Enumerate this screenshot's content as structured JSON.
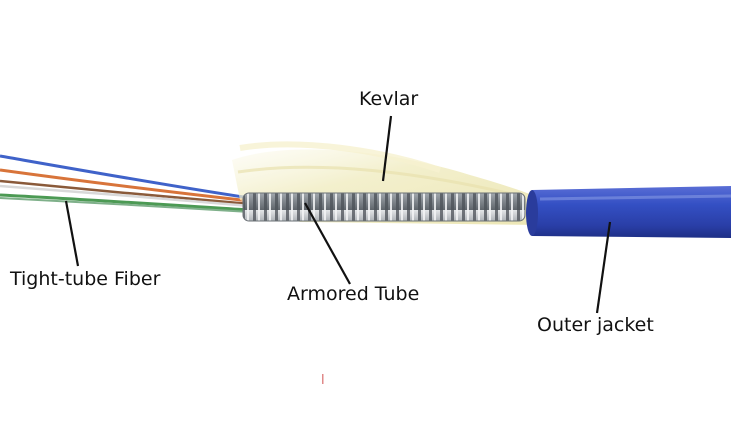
{
  "labels": {
    "kevlar": "Kevlar",
    "tight_tube_fiber": "Tight-tube Fiber",
    "armored_tube": "Armored Tube",
    "outer_jacket": "Outer jacket"
  },
  "colors": {
    "background": "#ffffff",
    "jacket": "#2f47b8",
    "kevlar": "#f1edc4",
    "armor": "#b8bcc0",
    "fiber_blue": "#3f62c9",
    "fiber_orange": "#d8743a",
    "fiber_green": "#4c9a54",
    "leader": "#111111"
  }
}
